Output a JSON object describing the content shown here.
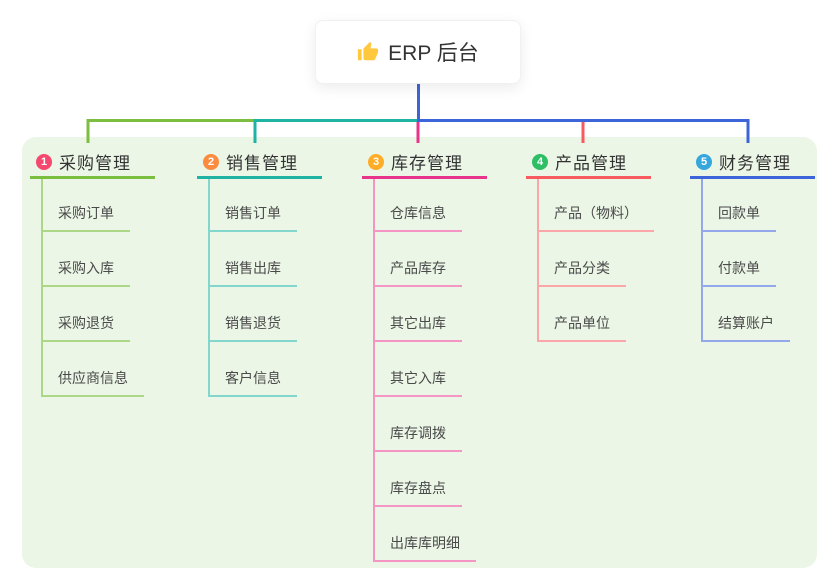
{
  "root": {
    "label": "ERP 后台",
    "icon": "thumbs-up"
  },
  "branches": [
    {
      "num": "1",
      "title": "采购管理",
      "color": "#7CBE3F",
      "light_color": "#ABD786",
      "badge_color": "#F4486E",
      "children": [
        "采购订单",
        "采购入库",
        "采购退货",
        "供应商信息"
      ]
    },
    {
      "num": "2",
      "title": "销售管理",
      "color": "#1FB3A4",
      "light_color": "#83D6CC",
      "badge_color": "#FB8C3F",
      "children": [
        "销售订单",
        "销售出库",
        "销售退货",
        "客户信息"
      ]
    },
    {
      "num": "3",
      "title": "库存管理",
      "color": "#E9348C",
      "light_color": "#F495C4",
      "badge_color": "#FFAC27",
      "children": [
        "仓库信息",
        "产品库存",
        "其它出库",
        "其它入库",
        "库存调拨",
        "库存盘点",
        "出库库明细"
      ]
    },
    {
      "num": "4",
      "title": "产品管理",
      "color": "#F75A5F",
      "light_color": "#FBA6A9",
      "badge_color": "#2EBE64",
      "children": [
        "产品（物料）",
        "产品分类",
        "产品单位"
      ]
    },
    {
      "num": "5",
      "title": "财务管理",
      "color": "#3E64D9",
      "light_color": "#92A8EA",
      "badge_color": "#35A7DD",
      "children": [
        "回款单",
        "付款单",
        "结算账户"
      ]
    }
  ],
  "icons": {
    "root_icon": "thumbs-up-icon"
  }
}
